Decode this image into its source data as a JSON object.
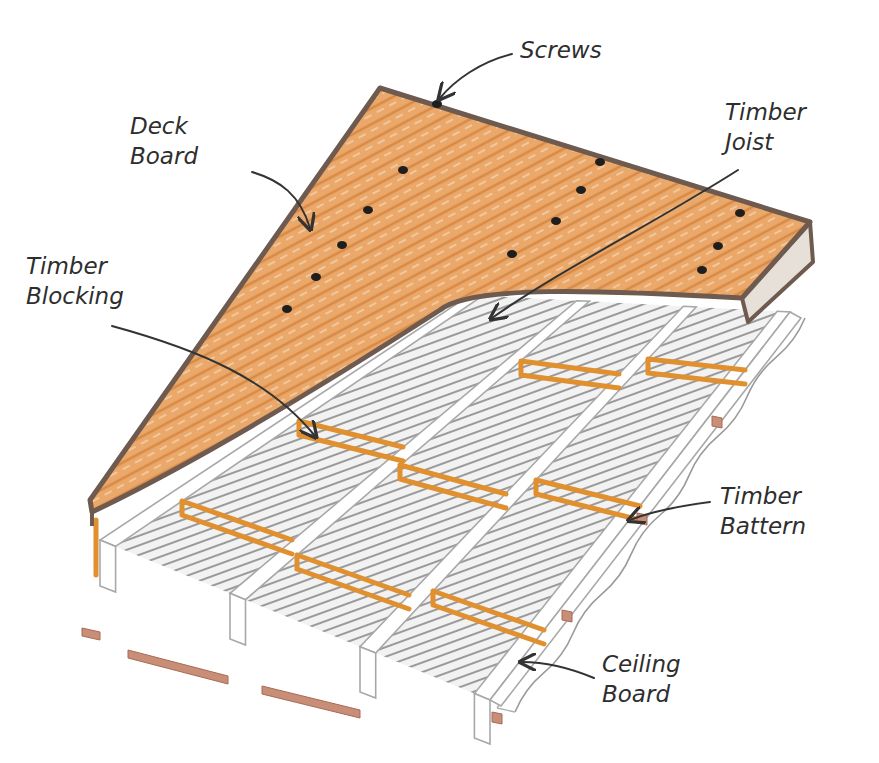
{
  "diagram": {
    "labels": [
      "Screws",
      "Deck Board",
      "Timber Joist",
      "Timber Blocking",
      "Timber Battern",
      "Ceiling Board"
    ]
  }
}
